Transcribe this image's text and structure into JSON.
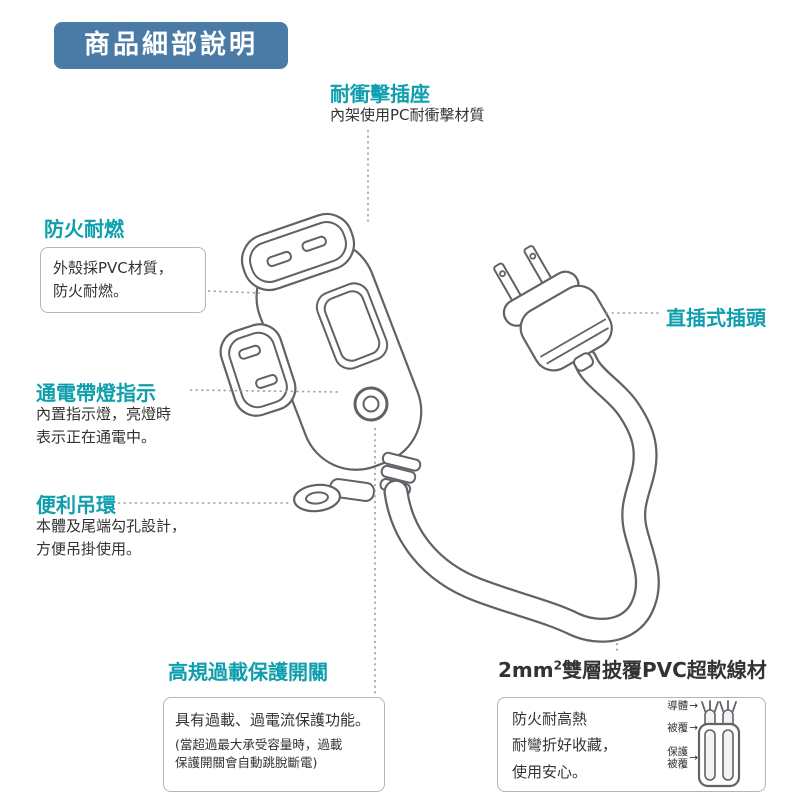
{
  "header": {
    "title": "商品細部說明"
  },
  "callouts": {
    "impact_socket": {
      "title": "耐衝擊插座",
      "desc": "內架使用PC耐衝擊材質"
    },
    "fireproof": {
      "title": "防火耐燃",
      "box_text": "外殼採PVC材質，\n防火耐燃。"
    },
    "plug": {
      "title": "直插式插頭"
    },
    "power_indicator": {
      "title": "通電帶燈指示",
      "desc": "內置指示燈，亮燈時\n表示正在通電中。"
    },
    "hanging_loop": {
      "title": "便利吊環",
      "desc": "本體及尾端勾孔設計，\n方便吊掛使用。"
    },
    "overload_protection": {
      "title": "高規過載保護開關",
      "box_main": "具有過載、過電流保護功能。",
      "box_note": "(當超過最大承受容量時，過載\n保護開關會自動跳脫斷電)"
    },
    "cable": {
      "title_pre": "2mm",
      "title_sup": "2",
      "title_post": "雙層披覆PVC超軟線材",
      "box_text": "防火耐高熱\n耐彎折好收藏，\n使用安心。",
      "wire_labels": [
        {
          "text": "導體",
          "arrow": "→"
        },
        {
          "text": "被覆",
          "arrow": "→"
        },
        {
          "text": "保護被覆",
          "arrow": "→"
        }
      ]
    }
  },
  "colors": {
    "header-bg": "#4a7ba6",
    "accent": "#0e9eae",
    "text": "#333333",
    "leader": "#9aa0a3",
    "stroke": "#5f6368",
    "box-border": "#b5b5b5"
  }
}
